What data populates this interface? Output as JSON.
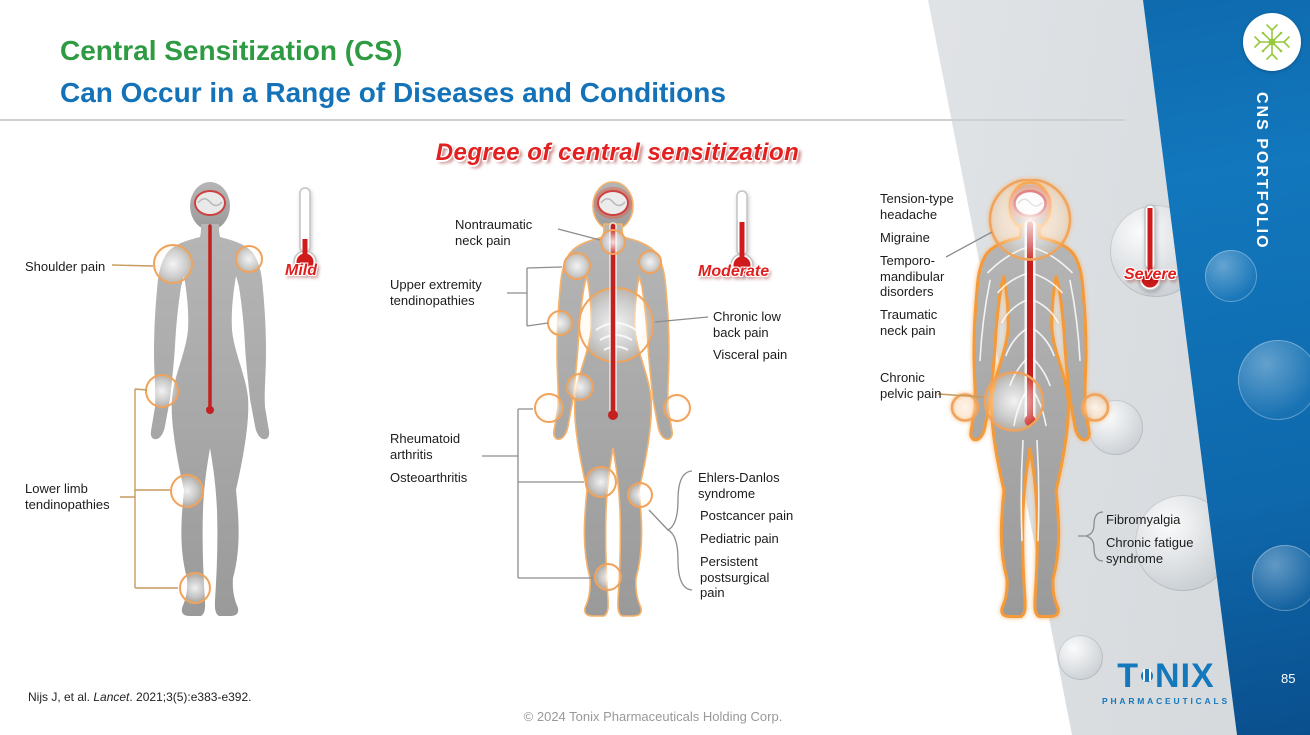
{
  "title": {
    "line1": "Central Sensitization (CS)",
    "line2": "Can Occur in a Range of Diseases and Conditions"
  },
  "heading": "Degree of central sensitization",
  "mild": {
    "level": "Mild",
    "labels": {
      "shoulder": "Shoulder pain",
      "lower_limb": "Lower limb tendinopathies"
    }
  },
  "moderate": {
    "level": "Moderate",
    "left": {
      "neck": "Nontraumatic neck pain",
      "upper_extremity": "Upper extremity tendinopathies",
      "rheumatoid": "Rheumatoid arthritis",
      "osteoarthritis": "Osteoarthritis"
    },
    "right": {
      "low_back": "Chronic low back pain",
      "visceral": "Visceral pain",
      "ehlers_danlos": "Ehlers-Danlos syndrome",
      "postcancer": "Postcancer pain",
      "pediatric": "Pediatric pain",
      "postsurgical": "Persistent postsurgical pain"
    }
  },
  "severe": {
    "level": "Severe",
    "left": {
      "tension": "Tension-type headache",
      "migraine": "Migraine",
      "tmd": "Temporo-mandibular disorders",
      "traumatic_neck": "Traumatic neck pain",
      "pelvic": "Chronic pelvic pain"
    },
    "right": {
      "fibromyalgia": "Fibromyalgia",
      "cfs": "Chronic fatigue syndrome"
    }
  },
  "sidebar": {
    "portfolio_label": "CNS PORTFOLIO",
    "page_number": "85"
  },
  "footer": {
    "citation_start": "Nijs J, et al. ",
    "citation_journal": "Lancet",
    "citation_end": ". 2021;3(5):e383-e392.",
    "copyright": "© 2024 Tonix Pharmaceuticals Holding Corp."
  },
  "logo": {
    "brand_start": "T",
    "brand_end": "NIX",
    "tagline": "PHARMACEUTICALS"
  },
  "colors": {
    "title_green": "#2e9b43",
    "title_blue": "#1372b8",
    "accent_red": "#d91f1f",
    "pain_orange": "#f0a35c",
    "band_blue": "#0f6dad"
  }
}
